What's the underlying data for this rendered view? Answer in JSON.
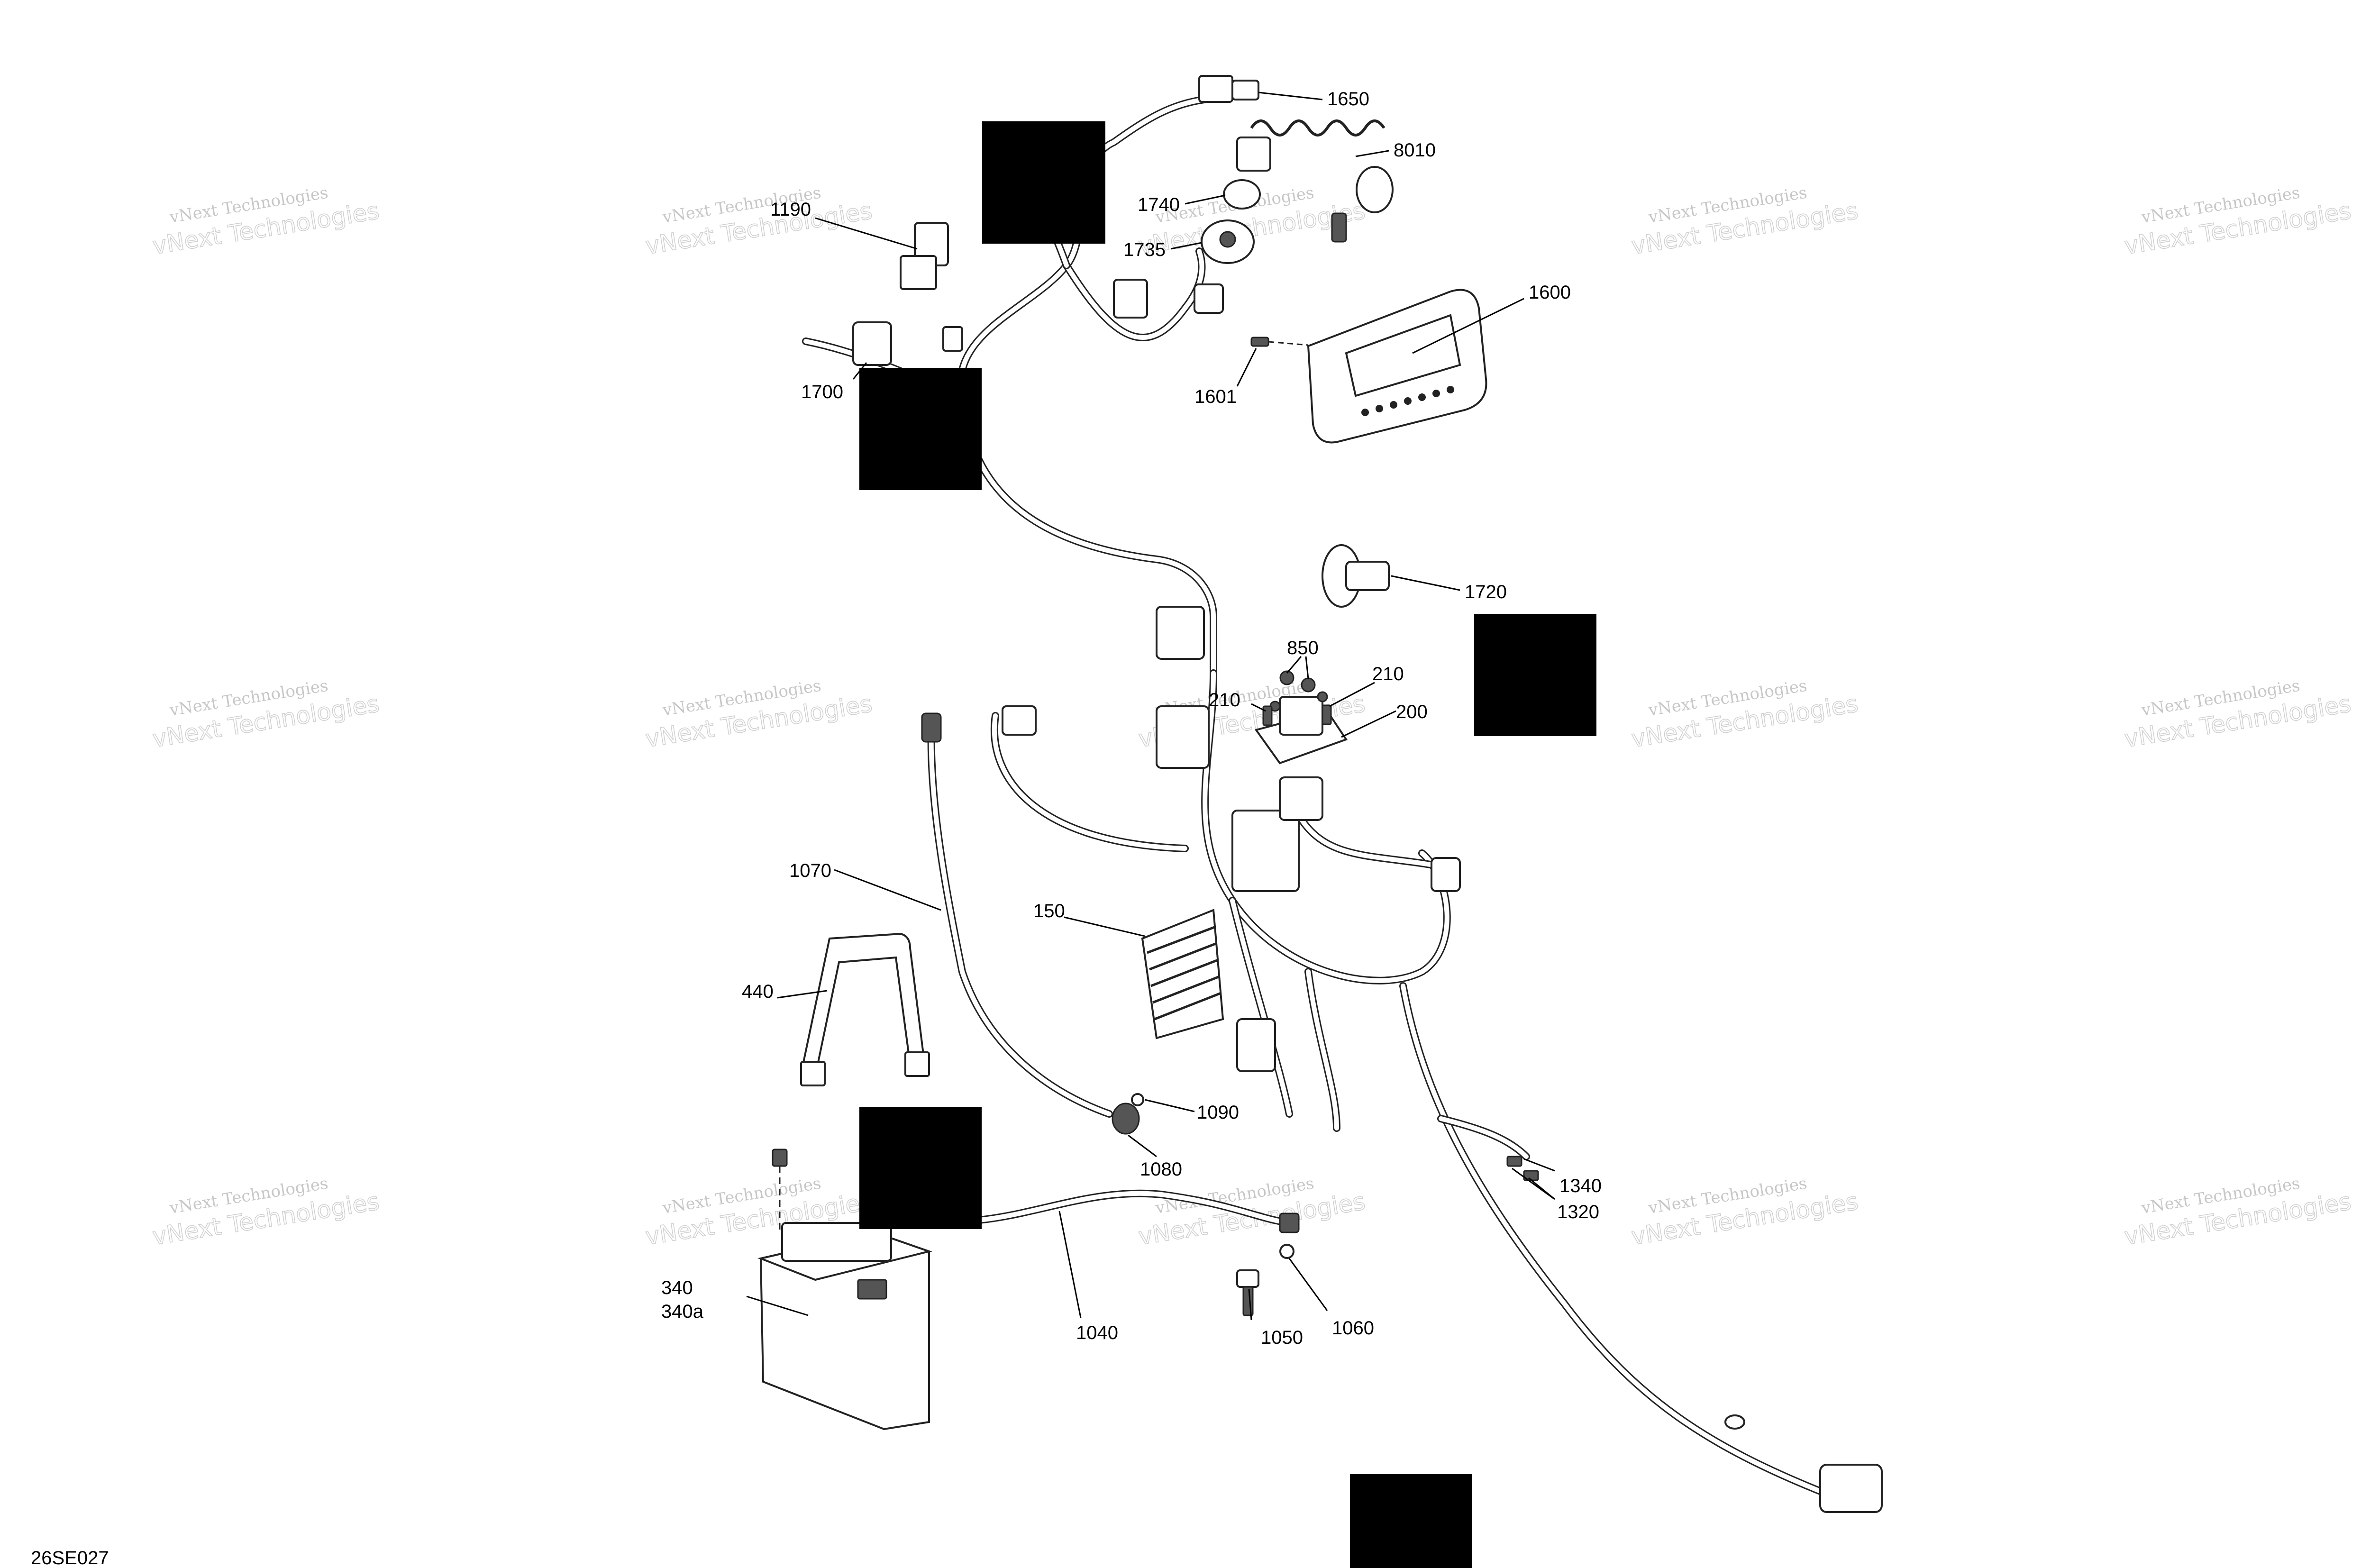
{
  "diagram_code": "26SE027",
  "watermark": {
    "line1": "vNext Technologies",
    "line2": "vNext Technologies"
  },
  "callouts": [
    {
      "id": "1650",
      "label": "1650"
    },
    {
      "id": "8010",
      "label": "8010"
    },
    {
      "id": "1190",
      "label": "1190"
    },
    {
      "id": "1740",
      "label": "1740"
    },
    {
      "id": "1735",
      "label": "1735"
    },
    {
      "id": "1600",
      "label": "1600"
    },
    {
      "id": "1601",
      "label": "1601"
    },
    {
      "id": "1700",
      "label": "1700"
    },
    {
      "id": "1720",
      "label": "1720"
    },
    {
      "id": "850",
      "label": "850"
    },
    {
      "id": "210a",
      "label": "210"
    },
    {
      "id": "210b",
      "label": "210"
    },
    {
      "id": "200",
      "label": "200"
    },
    {
      "id": "1070",
      "label": "1070"
    },
    {
      "id": "150",
      "label": "150"
    },
    {
      "id": "440",
      "label": "440"
    },
    {
      "id": "1090",
      "label": "1090"
    },
    {
      "id": "1080",
      "label": "1080"
    },
    {
      "id": "1340",
      "label": "1340"
    },
    {
      "id": "1320",
      "label": "1320"
    },
    {
      "id": "340",
      "label": "340"
    },
    {
      "id": "340a",
      "label": "340a"
    },
    {
      "id": "1040",
      "label": "1040"
    },
    {
      "id": "1050",
      "label": "1050"
    },
    {
      "id": "1060",
      "label": "1060"
    }
  ]
}
